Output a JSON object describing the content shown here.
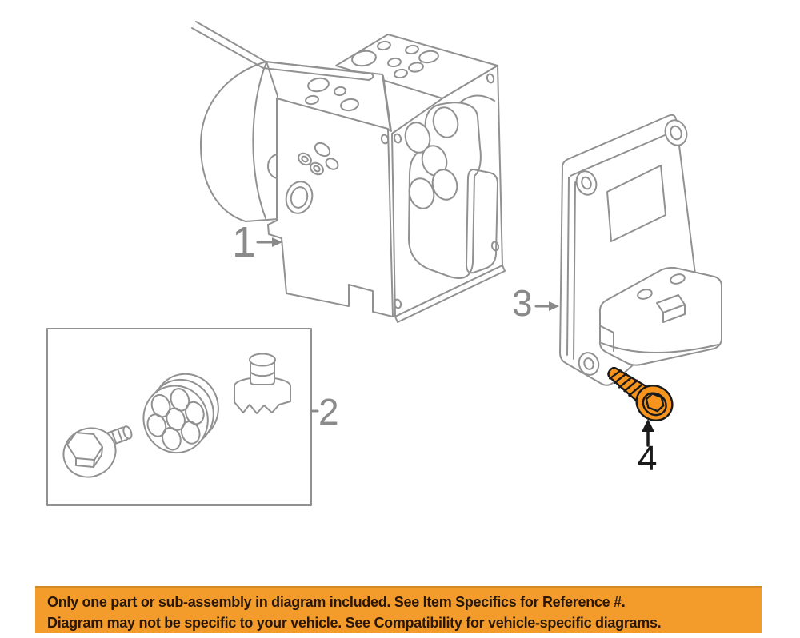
{
  "banner": {
    "line1": "Only one part or sub-assembly in diagram included. See Item Specifics for Reference #.",
    "line2": "Diagram may not be specific to your vehicle. See Compatibility for vehicle-specific diagrams.",
    "background_color": "#F39C2B",
    "text_color": "#2A1708"
  },
  "callouts": [
    {
      "number": "1"
    },
    {
      "number": "2"
    },
    {
      "number": "3"
    },
    {
      "number": "4"
    }
  ],
  "colors": {
    "line_art": "#919191",
    "callout_gray": "#8A8A8A",
    "callout_black": "#1A1A1A",
    "screw_highlight_orange": "#F7941D",
    "banner_background": "#F39C2B"
  }
}
